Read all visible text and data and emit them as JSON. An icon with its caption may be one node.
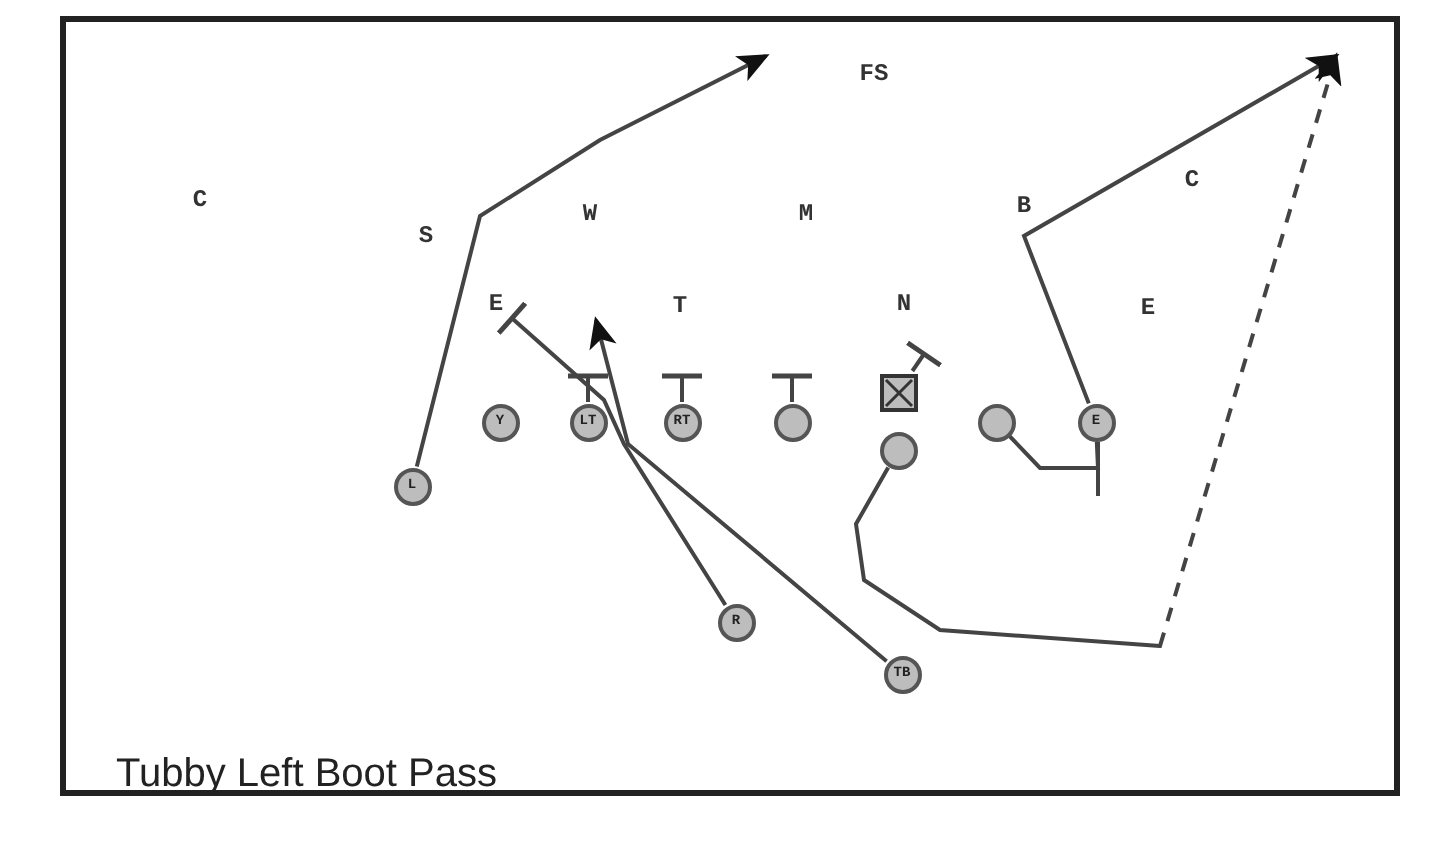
{
  "diagram": {
    "caption": "Tubby Left Boot Pass",
    "nodes": [
      {
        "text": [
          "FS"
        ]
      },
      {
        "text": [
          "C"
        ]
      },
      {
        "text": [
          "S"
        ]
      },
      {
        "text": [
          "W"
        ]
      },
      {
        "text": [
          "M"
        ]
      },
      {
        "text": [
          "B"
        ]
      },
      {
        "text": [
          "C"
        ]
      },
      {
        "text": [
          "E"
        ]
      },
      {
        "text": [
          "T"
        ]
      },
      {
        "text": [
          "N"
        ]
      },
      {
        "text": [
          "E"
        ]
      },
      {
        "text": [
          "L"
        ]
      },
      {
        "text": [
          "Y"
        ]
      },
      {
        "text": [
          "LT"
        ]
      },
      {
        "text": [
          "RT"
        ]
      },
      {
        "text": [],
        "shape": "circle"
      },
      {
        "text": [],
        "shape": "box"
      },
      {
        "text": [],
        "shape": "circle"
      },
      {
        "text": [],
        "shape": "circle"
      },
      {
        "text": [
          "E"
        ]
      },
      {
        "text": [
          "R"
        ]
      },
      {
        "text": [
          "TB"
        ]
      }
    ],
    "edges": [
      {
        "from": 11,
        "to": null,
        "arrow": "to"
      },
      {
        "from": 20,
        "to": 7,
        "arrow": "other"
      },
      {
        "from": 21,
        "to": null,
        "arrow": "to"
      },
      {
        "from": 17,
        "to": null,
        "arrow": "to",
        "style": "dashed"
      },
      {
        "from": 19,
        "to": null,
        "arrow": "to"
      },
      {
        "from": 18,
        "to": 19,
        "arrow": "none"
      },
      {
        "from": 13,
        "to": null,
        "arrow": "other"
      },
      {
        "from": 14,
        "to": null,
        "arrow": "other"
      },
      {
        "from": 15,
        "to": null,
        "arrow": "other"
      },
      {
        "from": 16,
        "to": null,
        "arrow": "other"
      }
    ]
  }
}
